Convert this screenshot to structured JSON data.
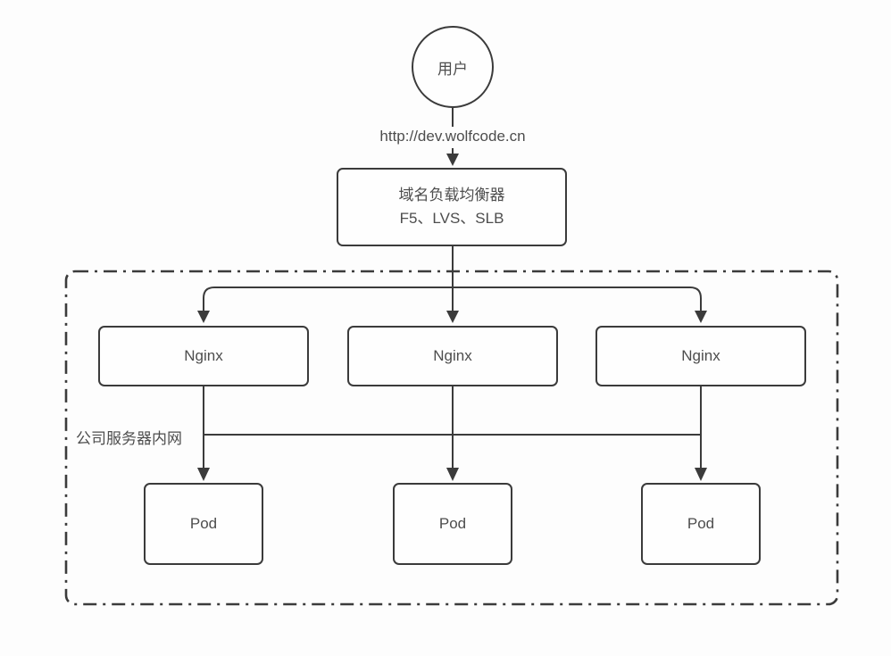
{
  "diagram": {
    "title": "k8s-ingress-traffic-diagram",
    "user_label": "用户",
    "url_label": "http://dev.wolfcode.cn",
    "load_balancer": {
      "line1": "域名负载均衡器",
      "line2": "F5、LVS、SLB"
    },
    "intranet_label": "公司服务器内网",
    "nginx_nodes": [
      {
        "label": "Nginx"
      },
      {
        "label": "Nginx"
      },
      {
        "label": "Nginx"
      }
    ],
    "pod_nodes": [
      {
        "label": "Pod"
      },
      {
        "label": "Pod"
      },
      {
        "label": "Pod"
      }
    ],
    "colors": {
      "stroke": "#3b3b3b",
      "text": "#4d4d4d",
      "background": "#fdfdfd",
      "node_fill": "#fefefe"
    }
  }
}
